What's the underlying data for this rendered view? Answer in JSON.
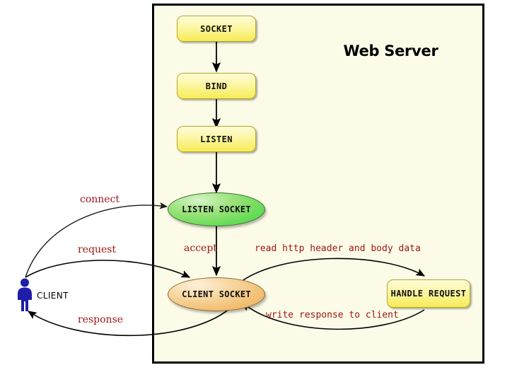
{
  "diagram": {
    "title": "Web Server",
    "container_label": "web-server-boundary",
    "colors": {
      "container_bg": "#fbfbe8",
      "container_border": "#000000",
      "process_fill_top": "#fdfcd8",
      "process_fill_bottom": "#f6ec55",
      "listen_socket_fill": "#3ed63a",
      "client_socket_fill": "#eeab50",
      "label_text": "#9b1414",
      "actor_color": "#1e1ea8"
    }
  },
  "nodes": {
    "socket": {
      "label": "SOCKET",
      "shape": "rounded-rect"
    },
    "bind": {
      "label": "BIND",
      "shape": "rounded-rect"
    },
    "listen": {
      "label": "LISTEN",
      "shape": "rounded-rect"
    },
    "listen_socket": {
      "label": "LISTEN SOCKET",
      "shape": "ellipse"
    },
    "client_socket": {
      "label": "CLIENT SOCKET",
      "shape": "ellipse"
    },
    "handle_request": {
      "label": "HANDLE REQUEST",
      "shape": "rounded-rect"
    },
    "client": {
      "label": "CLIENT",
      "shape": "actor"
    }
  },
  "edges": [
    {
      "id": "socket-bind",
      "from": "socket",
      "to": "bind",
      "label": ""
    },
    {
      "id": "bind-listen",
      "from": "bind",
      "to": "listen",
      "label": ""
    },
    {
      "id": "listen-listen-socket",
      "from": "listen",
      "to": "listen_socket",
      "label": ""
    },
    {
      "id": "connect",
      "from": "client",
      "to": "listen_socket",
      "label": "connect"
    },
    {
      "id": "accept",
      "from": "listen_socket",
      "to": "client_socket",
      "label": "accept"
    },
    {
      "id": "request",
      "from": "client",
      "to": "client_socket",
      "label": "request"
    },
    {
      "id": "read",
      "from": "client_socket",
      "to": "handle_request",
      "label": "read http header and body data"
    },
    {
      "id": "write",
      "from": "handle_request",
      "to": "client_socket",
      "label": "write response to client"
    },
    {
      "id": "response",
      "from": "client_socket",
      "to": "client",
      "label": "response"
    }
  ]
}
